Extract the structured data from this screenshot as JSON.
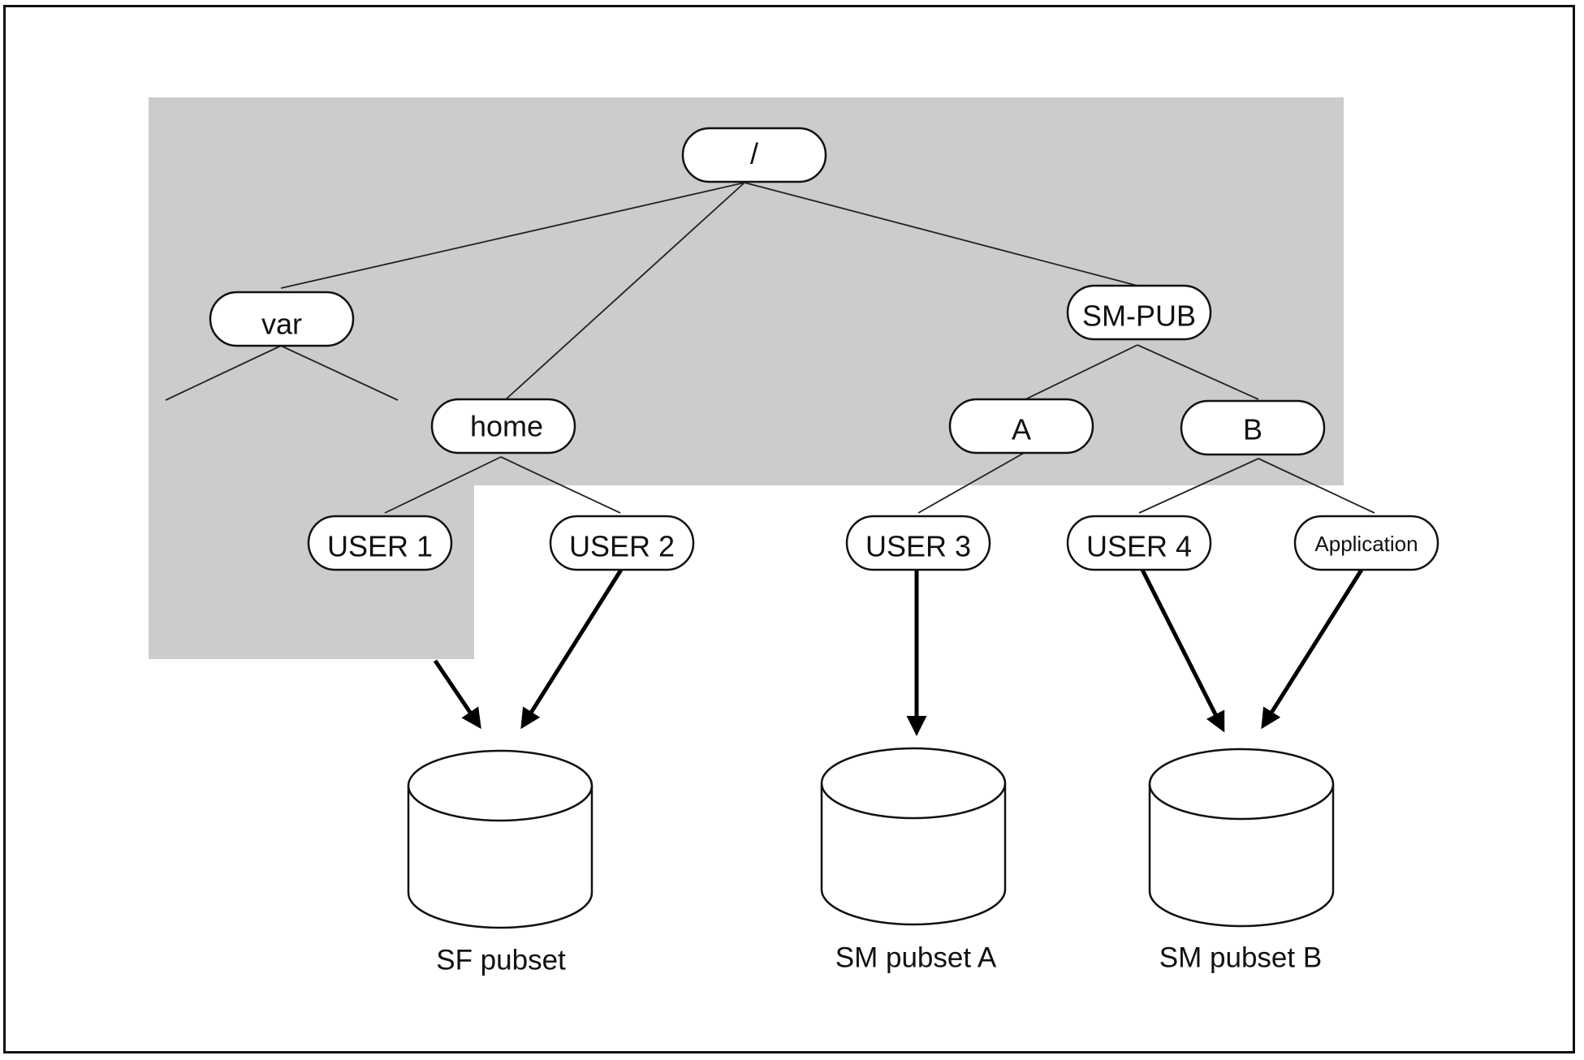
{
  "nodes": {
    "root": "/",
    "var": "var",
    "home": "home",
    "smpub": "SM-PUB",
    "a": "A",
    "b": "B",
    "user1": "USER 1",
    "user2": "USER 2",
    "user3": "USER 3",
    "user4": "USER 4",
    "application": "Application"
  },
  "pubsets": {
    "sf": "SF pubset",
    "sm_a": "SM pubset A",
    "sm_b": "SM pubset B"
  },
  "colors": {
    "shaded_region": "#cccccc",
    "border": "#111111",
    "background": "#ffffff"
  }
}
